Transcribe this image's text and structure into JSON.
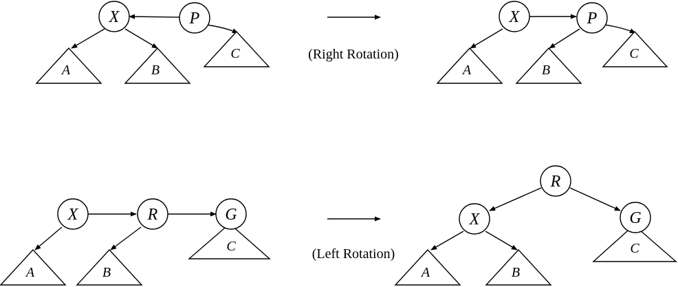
{
  "nodes": {
    "X": "X",
    "P": "P",
    "R": "R",
    "G": "G"
  },
  "subtrees": {
    "A": "A",
    "B": "B",
    "C": "C"
  },
  "captions": {
    "right_rotation": "(Right Rotation)",
    "left_rotation": "(Left Rotation)"
  }
}
